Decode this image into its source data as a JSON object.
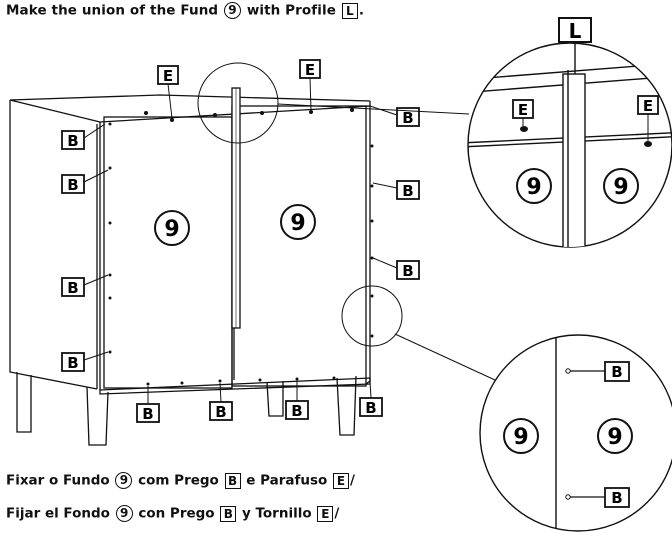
{
  "heading": {
    "prefix": "Make the union of the Fund",
    "fund_num": "9",
    "middle": "with Profile",
    "profile_letter": "L",
    "suffix": "."
  },
  "labels": {
    "fund": "9",
    "nail": "B",
    "screw": "E",
    "profile": "L"
  },
  "instruction_pt": {
    "text_a": "Fixar o Fundo",
    "num": "9",
    "text_b": "com Prego",
    "nail": "B",
    "text_c": "e Parafuso",
    "screw": "E",
    "tail": "/"
  },
  "instruction_es": {
    "text_a": "Fijar el Fondo",
    "num": "9",
    "text_b": "con Prego",
    "nail": "B",
    "text_c": "y Tornillo",
    "screw": "E",
    "tail": "/"
  }
}
